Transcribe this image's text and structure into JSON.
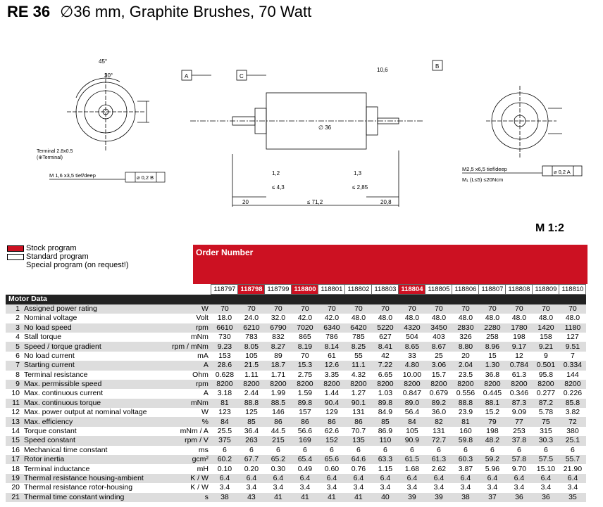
{
  "header": {
    "model": "RE 36",
    "subtitle": "∅36 mm, Graphite Brushes, 70 Watt"
  },
  "scale": "M 1:2",
  "legend": [
    {
      "label": "Stock program",
      "color": "#cc1122"
    },
    {
      "label": "Standard program",
      "color": "#ffffff"
    },
    {
      "label": "Special program (on request!)",
      "color": "#ffffff"
    }
  ],
  "order_title": "Order Number",
  "order_numbers": [
    "118797",
    "118798",
    "118799",
    "118800",
    "118801",
    "118802",
    "118803",
    "118804",
    "118805",
    "118806",
    "118807",
    "118808",
    "118809",
    "118810"
  ],
  "stock_flags": [
    false,
    true,
    false,
    true,
    false,
    false,
    false,
    true,
    false,
    false,
    false,
    false,
    false,
    false
  ],
  "section_title": "Motor Data",
  "drawing_labels": {
    "terminal": "Terminal 2.8x0.5",
    "terminal2": "(⊕Terminal)",
    "screw_left": "M 1,6 x3,5 tief/deep",
    "screw_right": "M2,5 x6,5 tief/deep",
    "screw_right2": "M₁ (L≤5) ≤20Ncm",
    "tol_left": "⌀ 0,2 B",
    "tol_right": "⌀ 0,2 A",
    "dim_71": "≤ 71,2",
    "dim_20": "20",
    "dim_208": "20,8",
    "dim_12": "1,2",
    "dim_13": "1,3",
    "dim_43": "≤ 4,3",
    "dim_285": "≤ 2,85",
    "dim_106": "10,6",
    "dim_36": "∅ 36",
    "angle_45": "45°",
    "angle_30": "30°",
    "ref_a": "A",
    "ref_b": "B",
    "ref_c": "C"
  },
  "rows": [
    {
      "n": "1",
      "label": "Assigned power rating",
      "unit": "W",
      "values": [
        "70",
        "70",
        "70",
        "70",
        "70",
        "70",
        "70",
        "70",
        "70",
        "70",
        "70",
        "70",
        "70",
        "70"
      ]
    },
    {
      "n": "2",
      "label": "Nominal voltage",
      "unit": "Volt",
      "values": [
        "18.0",
        "24.0",
        "32.0",
        "42.0",
        "42.0",
        "48.0",
        "48.0",
        "48.0",
        "48.0",
        "48.0",
        "48.0",
        "48.0",
        "48.0",
        "48.0"
      ]
    },
    {
      "n": "3",
      "label": "No load speed",
      "unit": "rpm",
      "values": [
        "6610",
        "6210",
        "6790",
        "7020",
        "6340",
        "6420",
        "5220",
        "4320",
        "3450",
        "2830",
        "2280",
        "1780",
        "1420",
        "1180"
      ]
    },
    {
      "n": "4",
      "label": "Stall torque",
      "unit": "mNm",
      "values": [
        "730",
        "783",
        "832",
        "865",
        "786",
        "785",
        "627",
        "504",
        "403",
        "326",
        "258",
        "198",
        "158",
        "127"
      ]
    },
    {
      "n": "5",
      "label": "Speed / torque gradient",
      "unit": "rpm / mNm",
      "values": [
        "9.23",
        "8.05",
        "8.27",
        "8.19",
        "8.14",
        "8.25",
        "8.41",
        "8.65",
        "8.67",
        "8.80",
        "8.96",
        "9.17",
        "9.21",
        "9.51"
      ]
    },
    {
      "n": "6",
      "label": "No load current",
      "unit": "mA",
      "values": [
        "153",
        "105",
        "89",
        "70",
        "61",
        "55",
        "42",
        "33",
        "25",
        "20",
        "15",
        "12",
        "9",
        "7"
      ]
    },
    {
      "n": "7",
      "label": "Starting current",
      "unit": "A",
      "values": [
        "28.6",
        "21.5",
        "18.7",
        "15.3",
        "12.6",
        "11.1",
        "7.22",
        "4.80",
        "3.06",
        "2.04",
        "1.30",
        "0.784",
        "0.501",
        "0.334"
      ]
    },
    {
      "n": "8",
      "label": "Terminal resistance",
      "unit": "Ohm",
      "values": [
        "0.628",
        "1.11",
        "1.71",
        "2.75",
        "3.35",
        "4.32",
        "6.65",
        "10.00",
        "15.7",
        "23.5",
        "36.8",
        "61.3",
        "95.8",
        "144"
      ]
    },
    {
      "n": "9",
      "label": "Max. permissible speed",
      "unit": "rpm",
      "values": [
        "8200",
        "8200",
        "8200",
        "8200",
        "8200",
        "8200",
        "8200",
        "8200",
        "8200",
        "8200",
        "8200",
        "8200",
        "8200",
        "8200"
      ]
    },
    {
      "n": "10",
      "label": "Max. continuous current",
      "unit": "A",
      "values": [
        "3.18",
        "2.44",
        "1.99",
        "1.59",
        "1.44",
        "1.27",
        "1.03",
        "0.847",
        "0.679",
        "0.556",
        "0.445",
        "0.346",
        "0.277",
        "0.226"
      ]
    },
    {
      "n": "11",
      "label": "Max. continuous torque",
      "unit": "mNm",
      "values": [
        "81",
        "88.8",
        "88.5",
        "89.8",
        "90.4",
        "90.1",
        "89.8",
        "89.0",
        "89.2",
        "88.8",
        "88.1",
        "87.3",
        "87.2",
        "85.8"
      ]
    },
    {
      "n": "12",
      "label": "Max. power output at nominal voltage",
      "unit": "W",
      "values": [
        "123",
        "125",
        "146",
        "157",
        "129",
        "131",
        "84.9",
        "56.4",
        "36.0",
        "23.9",
        "15.2",
        "9.09",
        "5.78",
        "3.82"
      ]
    },
    {
      "n": "13",
      "label": "Max. efficiency",
      "unit": "%",
      "values": [
        "84",
        "85",
        "86",
        "86",
        "86",
        "86",
        "85",
        "84",
        "82",
        "81",
        "79",
        "77",
        "75",
        "72"
      ]
    },
    {
      "n": "14",
      "label": "Torque constant",
      "unit": "mNm / A",
      "values": [
        "25.5",
        "36.4",
        "44.5",
        "56.6",
        "62.6",
        "70.7",
        "86.9",
        "105",
        "131",
        "160",
        "198",
        "253",
        "315",
        "380"
      ]
    },
    {
      "n": "15",
      "label": "Speed constant",
      "unit": "rpm / V",
      "values": [
        "375",
        "263",
        "215",
        "169",
        "152",
        "135",
        "110",
        "90.9",
        "72.7",
        "59.8",
        "48.2",
        "37.8",
        "30.3",
        "25.1"
      ]
    },
    {
      "n": "16",
      "label": "Mechanical time constant",
      "unit": "ms",
      "values": [
        "6",
        "6",
        "6",
        "6",
        "6",
        "6",
        "6",
        "6",
        "6",
        "6",
        "6",
        "6",
        "6",
        "6"
      ]
    },
    {
      "n": "17",
      "label": "Rotor inertia",
      "unit": "gcm²",
      "values": [
        "60.2",
        "67.7",
        "65.2",
        "65.4",
        "65.6",
        "64.6",
        "63.3",
        "61.5",
        "61.3",
        "60.3",
        "59.2",
        "57.8",
        "57.5",
        "55.7"
      ]
    },
    {
      "n": "18",
      "label": "Terminal inductance",
      "unit": "mH",
      "values": [
        "0.10",
        "0.20",
        "0.30",
        "0.49",
        "0.60",
        "0.76",
        "1.15",
        "1.68",
        "2.62",
        "3.87",
        "5.96",
        "9.70",
        "15.10",
        "21.90"
      ]
    },
    {
      "n": "19",
      "label": "Thermal resistance housing-ambient",
      "unit": "K / W",
      "values": [
        "6.4",
        "6.4",
        "6.4",
        "6.4",
        "6.4",
        "6.4",
        "6.4",
        "6.4",
        "6.4",
        "6.4",
        "6.4",
        "6.4",
        "6.4",
        "6.4"
      ]
    },
    {
      "n": "20",
      "label": "Thermal resistance rotor-housing",
      "unit": "K / W",
      "values": [
        "3.4",
        "3.4",
        "3.4",
        "3.4",
        "3.4",
        "3.4",
        "3.4",
        "3.4",
        "3.4",
        "3.4",
        "3.4",
        "3.4",
        "3.4",
        "3.4"
      ]
    },
    {
      "n": "21",
      "label": "Thermal time constant winding",
      "unit": "s",
      "values": [
        "38",
        "43",
        "41",
        "41",
        "41",
        "41",
        "40",
        "39",
        "39",
        "38",
        "37",
        "36",
        "36",
        "35"
      ]
    }
  ]
}
